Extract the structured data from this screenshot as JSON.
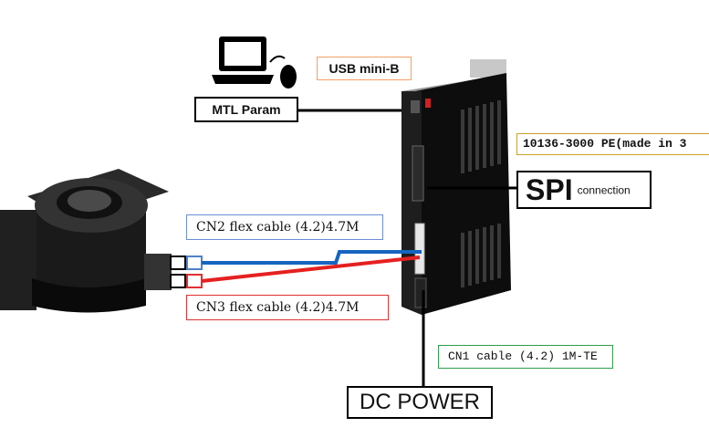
{
  "labels": {
    "usb": "USB mini-B",
    "mtl": "MTL Param",
    "pe_connector": "10136-3000 PE(made in 3",
    "spi_big": "SPI",
    "spi_small": "connection",
    "cn2": "CN2 flex cable (4.2)4.7M",
    "cn3": "CN3 flex cable (4.2)4.7M",
    "cn1": "CN1 cable (4.2) 1M-TE",
    "dc": "DC POWER"
  },
  "colors": {
    "usb_border": "#f2a06a",
    "pe_border": "#c9a227",
    "cn2_border": "#6a8fd6",
    "cn2_wire": "#1565c0",
    "cn3_border": "#e03030",
    "cn3_wire": "#e52020",
    "cn1_border": "#2e9e4a",
    "black_wire": "#000000"
  },
  "icons": {
    "laptop": "laptop-icon",
    "mouse": "mouse-icon",
    "motor": "rotary-stage-motor",
    "driver": "servo-driver-unit"
  }
}
